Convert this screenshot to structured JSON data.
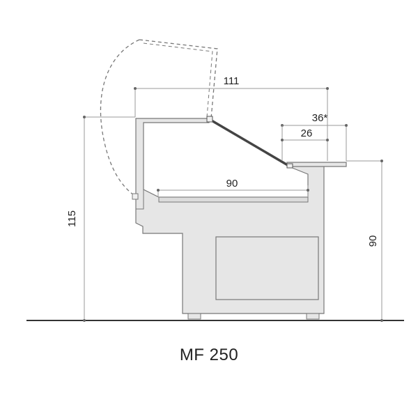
{
  "model": "MF 250",
  "dimensions": {
    "total_height": "115",
    "counter_height": "90",
    "top_width": "111",
    "shelf_width_max": "36*",
    "shelf_width": "26",
    "inner_depth": "90"
  },
  "colors": {
    "body": "#e6e6e6",
    "outline": "#777777",
    "dim_line": "#999999",
    "glass": "#444444"
  }
}
